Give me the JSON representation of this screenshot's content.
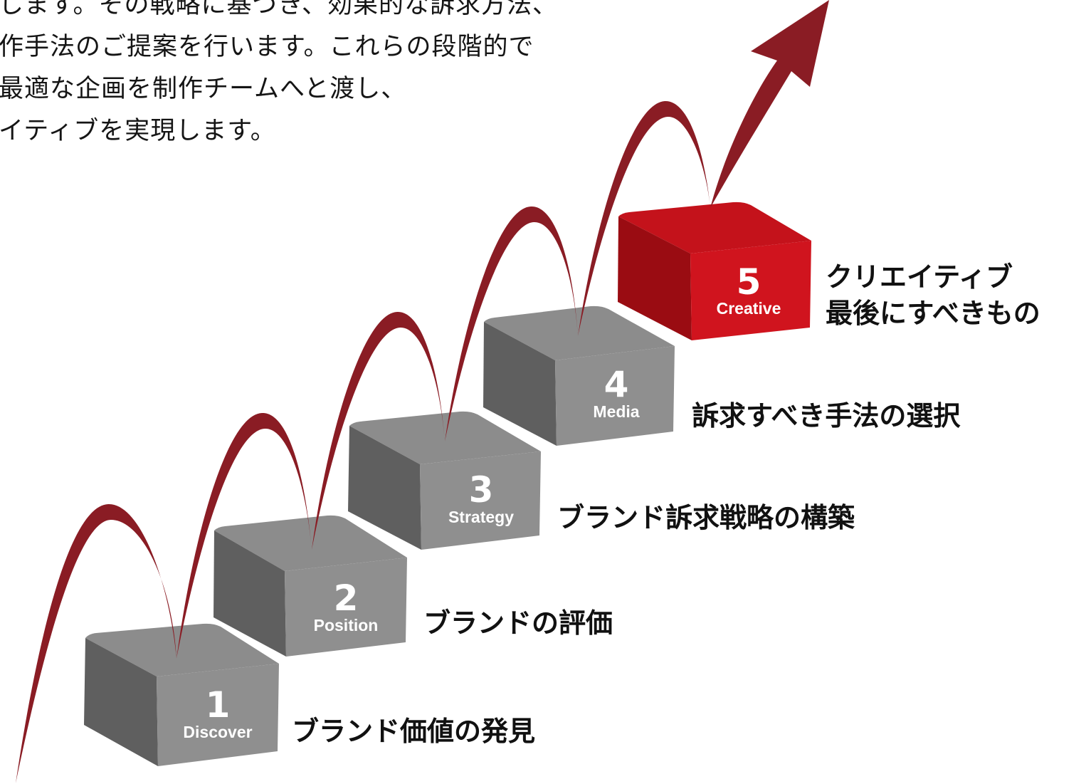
{
  "intro": {
    "lines": [
      "します。その戦略に基づき、効果的な訴求方法、",
      "作手法のご提案を行います。これらの段階的で",
      "最適な企画を制作チームへと渡し、",
      "イティブを実現します。"
    ]
  },
  "steps": [
    {
      "number": "1",
      "english": "Discover",
      "label_lines": [
        "ブランド価値の発見"
      ]
    },
    {
      "number": "2",
      "english": "Position",
      "label_lines": [
        "ブランドの評価"
      ]
    },
    {
      "number": "3",
      "english": "Strategy",
      "label_lines": [
        "ブランド訴求戦略の構築"
      ]
    },
    {
      "number": "4",
      "english": "Media",
      "label_lines": [
        "訴求すべき手法の選択"
      ]
    },
    {
      "number": "5",
      "english": "Creative",
      "label_lines": [
        "クリエイティブ",
        "最後にすべきもの"
      ]
    }
  ],
  "colors": {
    "arrow": "#8a1c24",
    "box_top": "#8c8c8c",
    "box_left": "#5f5f5f",
    "box_front": "#8f8f8f",
    "highlight_top": "#c4121b",
    "highlight_left": "#9a0c12",
    "highlight_front": "#d0141e"
  }
}
